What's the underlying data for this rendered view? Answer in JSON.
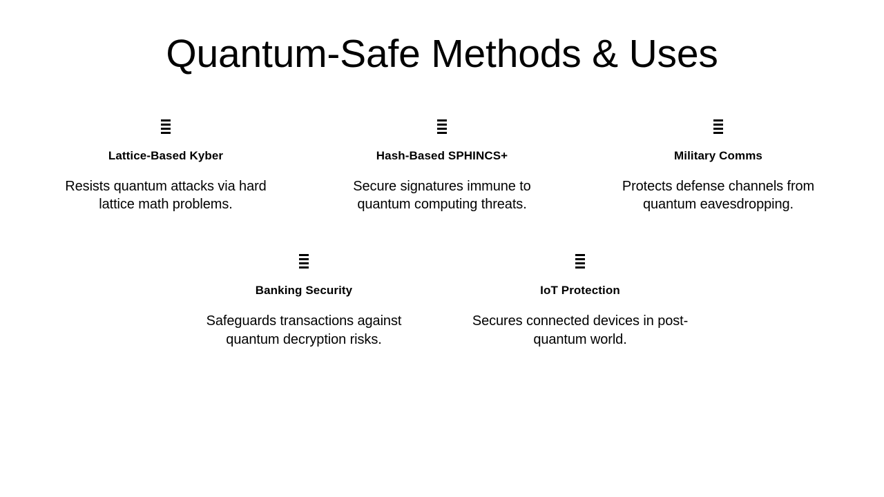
{
  "slide": {
    "title": "Quantum-Safe Methods & Uses",
    "background_color": "#ffffff",
    "text_color": "#000000",
    "icon_name": "list-lines-icon",
    "cards": [
      {
        "heading": "Lattice-Based Kyber",
        "body": "Resists quantum attacks via hard lattice math problems."
      },
      {
        "heading": "Hash-Based SPHINCS+",
        "body": "Secure signatures immune to quantum computing threats."
      },
      {
        "heading": "Military Comms",
        "body": "Protects defense channels from quantum eavesdropping."
      },
      {
        "heading": "Banking Security",
        "body": "Safeguards transactions against quantum decryption risks."
      },
      {
        "heading": "IoT Protection",
        "body": "Secures connected devices in post-quantum world."
      }
    ]
  }
}
